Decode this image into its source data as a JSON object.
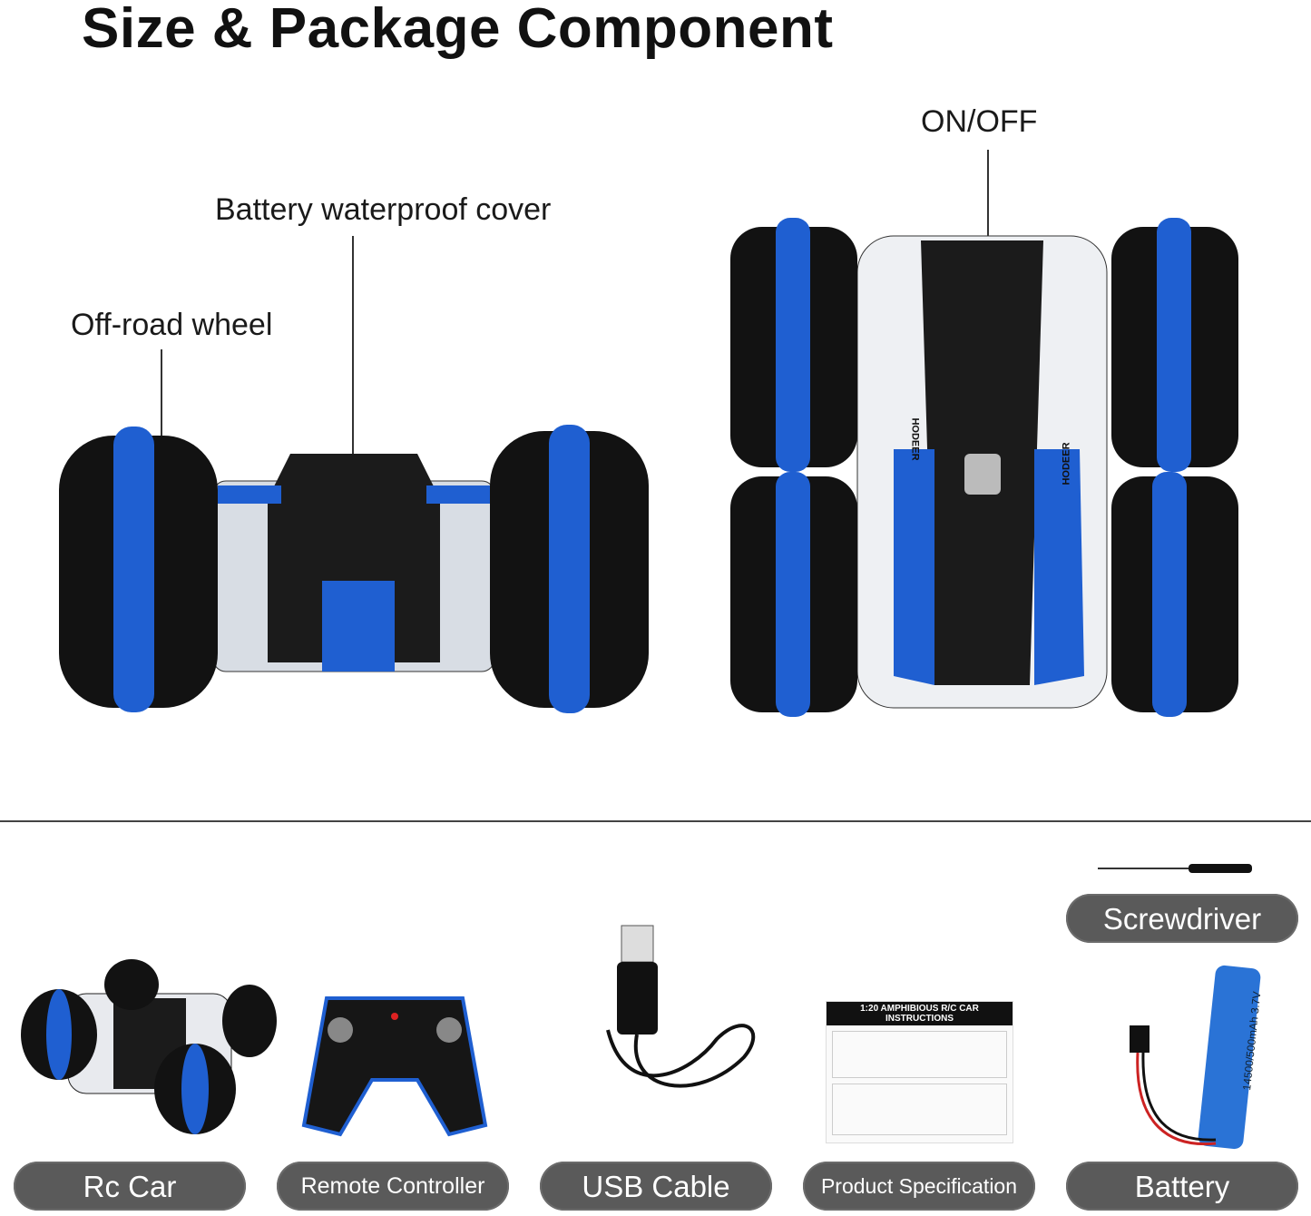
{
  "title": "Size & Package Component",
  "callouts": {
    "battery_cover": "Battery waterproof cover",
    "offroad_wheel": "Off-road wheel",
    "on_off": "ON/OFF"
  },
  "car_brand": "HODEER",
  "components": [
    {
      "label": "Rc Car"
    },
    {
      "label": "Remote Controller"
    },
    {
      "label": "USB Cable"
    },
    {
      "label": "Product Specification"
    },
    {
      "label": "Battery"
    },
    {
      "label": "Screwdriver"
    }
  ],
  "manual": {
    "heading_line1": "1:20 AMPHIBIOUS R/C CAR",
    "heading_line2": "INSTRUCTIONS"
  },
  "battery_print": "14500/500mAh 3.7V",
  "colors": {
    "accent_blue": "#1f5fd1",
    "tire": "#121212",
    "pill": "#5a5a5a"
  }
}
